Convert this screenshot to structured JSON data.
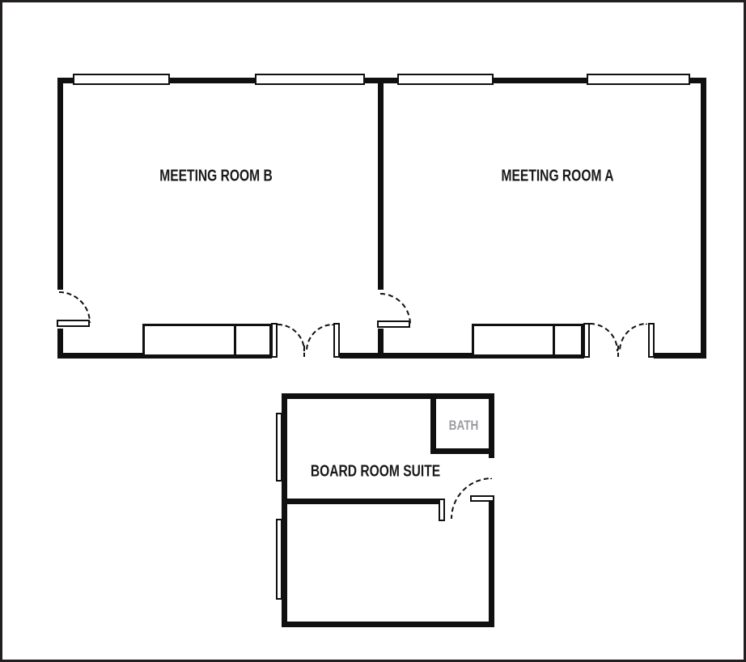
{
  "title": "Meeting rooms and board room suite floor plan",
  "colors": {
    "wall": "#101010",
    "background": "#ffffff",
    "outer_border": "#231f20",
    "bath_label": "#9a9ca1"
  },
  "labels": {
    "meeting_room_b": "MEETING ROOM B",
    "meeting_room_a": "MEETING ROOM A",
    "board_room_suite": "BOARD ROOM SUITE",
    "bath": "BATH"
  }
}
